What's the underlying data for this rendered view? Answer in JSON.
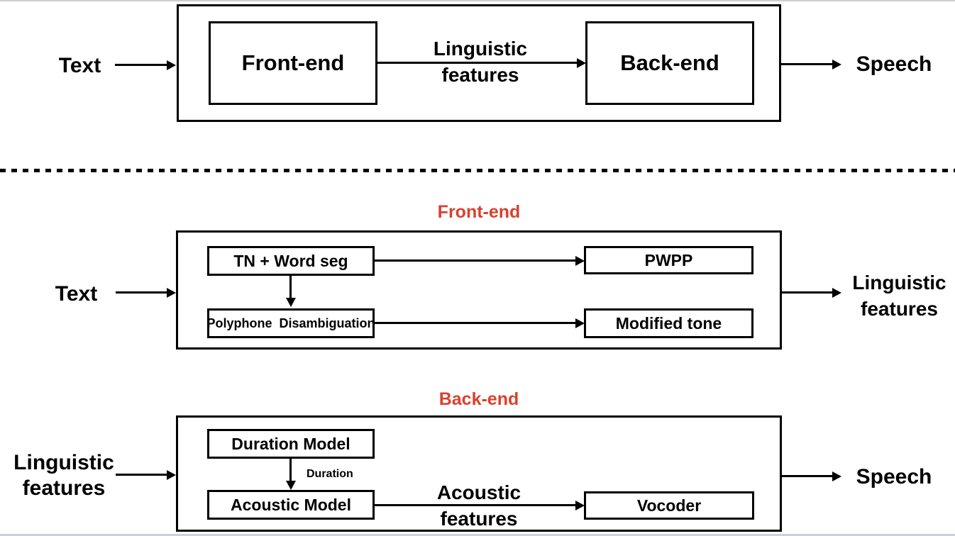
{
  "colors": {
    "accent_red": "#D9412E",
    "ink": "#000000"
  },
  "overview": {
    "input": "Text",
    "frontend": "Front-end",
    "edge1": "Linguistic",
    "edge2": "features",
    "backend": "Back-end",
    "output": "Speech"
  },
  "frontend": {
    "title": "Front-end",
    "input": "Text",
    "tn": "TN + Word seg",
    "pwpp": "PWPP",
    "poly": "Polyphone  Disambiguation",
    "modified": "Modified tone",
    "out1": "Linguistic",
    "out2": "features"
  },
  "backend": {
    "title": "Back-end",
    "in1": "Linguistic",
    "in2": "features",
    "duration_model": "Duration Model",
    "duration_edge": "Duration",
    "acoustic_model": "Acoustic Model",
    "edge1": "Acoustic",
    "edge2": "features",
    "vocoder": "Vocoder",
    "output": "Speech"
  }
}
